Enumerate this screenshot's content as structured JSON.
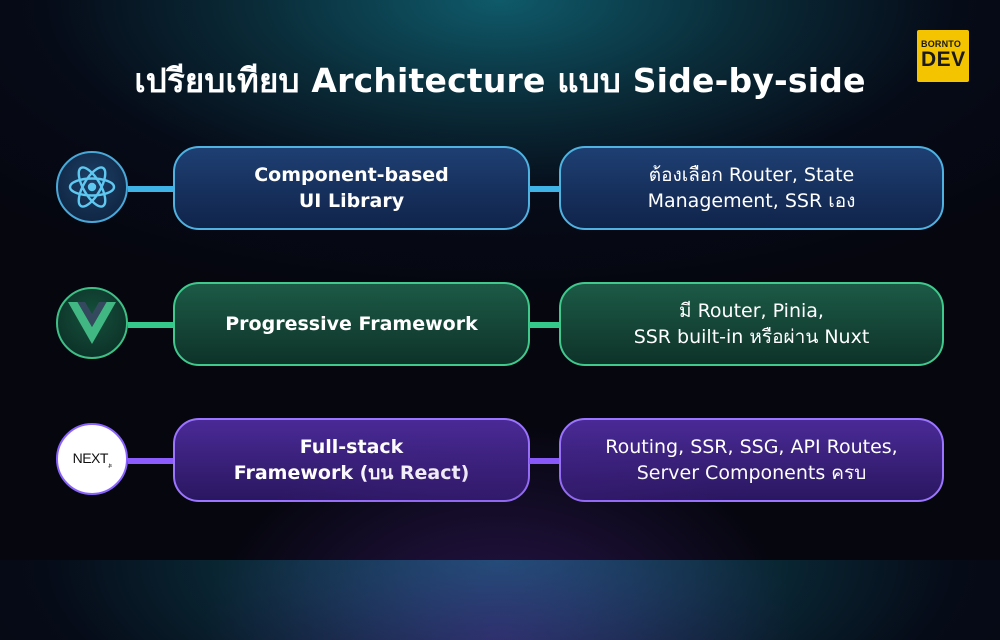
{
  "title": "เปรียบเทียบ Architecture แบบ Side-by-side",
  "logo": {
    "line1": "BORNTO",
    "line2": "DEV"
  },
  "rows": [
    {
      "icon": "react-icon",
      "left_line1": "Component-based",
      "left_line2": "UI Library",
      "right_line1": "ต้องเลือก Router, State",
      "right_line2": "Management, SSR เอง"
    },
    {
      "icon": "vue-icon",
      "left_line1": "Progressive Framework",
      "left_line2": "",
      "right_line1": "มี Router, Pinia,",
      "right_line2": "SSR built-in หรือผ่าน Nuxt"
    },
    {
      "icon": "nextjs-icon",
      "icon_text": "NEXT",
      "icon_subtext": ".js",
      "left_line1": "Full-stack",
      "left_line2": "Framework (บน React)",
      "right_line1": "Routing, SSR, SSG, API Routes,",
      "right_line2": "Server Components ครบ"
    }
  ]
}
